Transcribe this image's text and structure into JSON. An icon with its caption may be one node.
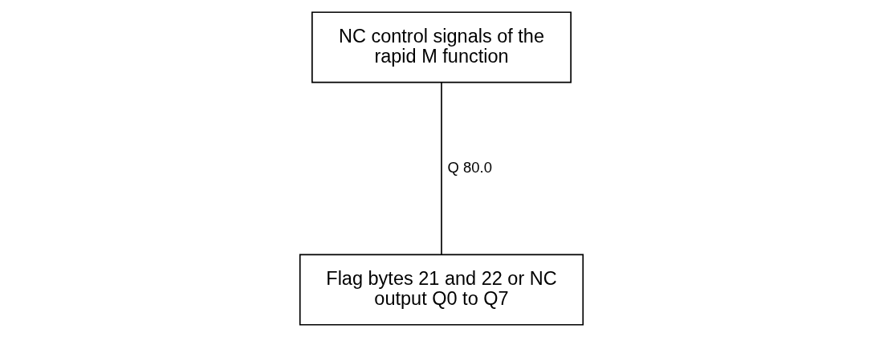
{
  "diagram": {
    "nodes": [
      {
        "text": [
          "NC control signals of the rapid M function"
        ]
      },
      {
        "text": [
          "Flag bytes 21 and 22 or NC output Q0 to Q7"
        ]
      }
    ],
    "edges": [
      {
        "from": 0,
        "to": 1,
        "arrow": "none",
        "label": "Q 80.0"
      }
    ]
  }
}
